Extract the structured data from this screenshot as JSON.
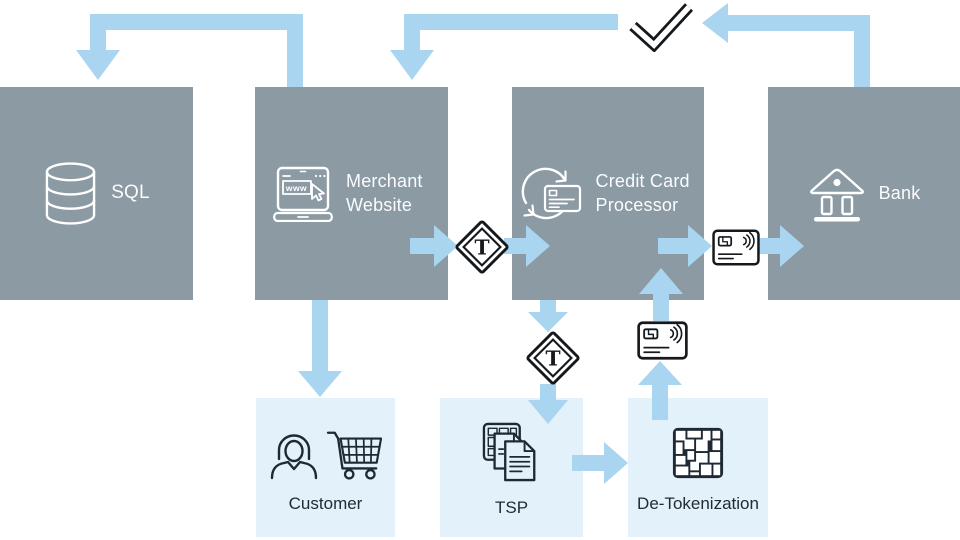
{
  "colors": {
    "node_gray": "#8C9AA4",
    "node_light": "#E2F1FA",
    "arrow_blue": "#A9D5F1",
    "icon_dark": "#1F2933",
    "label_light": "#FAFCFD",
    "label_dark": "#222B35",
    "outline_black": "#15181C"
  },
  "nodes": {
    "sql": {
      "label": "SQL"
    },
    "merchant_website": {
      "label": "Merchant Website"
    },
    "credit_card_processor": {
      "label": "Credit Card Processor"
    },
    "bank": {
      "label": "Bank"
    },
    "customer": {
      "label": "Customer"
    },
    "tsp": {
      "label": "TSP"
    },
    "de_tokenization": {
      "label": "De-Tokenization"
    }
  },
  "icons": {
    "token_letter": "T",
    "browser_text": "www"
  },
  "flows": [
    {
      "from": "merchant_website",
      "to": "sql"
    },
    {
      "from": "checkmark",
      "to": "merchant_website"
    },
    {
      "from": "bank",
      "to": "checkmark"
    },
    {
      "from": "merchant_website",
      "to": "token"
    },
    {
      "from": "token",
      "to": "credit_card_processor"
    },
    {
      "from": "credit_card_processor",
      "to": "payment_card"
    },
    {
      "from": "payment_card",
      "to": "bank"
    },
    {
      "from": "merchant_website",
      "to": "customer"
    },
    {
      "from": "credit_card_processor",
      "to": "token_2"
    },
    {
      "from": "token_2",
      "to": "tsp"
    },
    {
      "from": "tsp",
      "to": "de_tokenization"
    },
    {
      "from": "de_tokenization",
      "to": "payment_card_2"
    },
    {
      "from": "payment_card_2",
      "to": "credit_card_processor"
    }
  ]
}
